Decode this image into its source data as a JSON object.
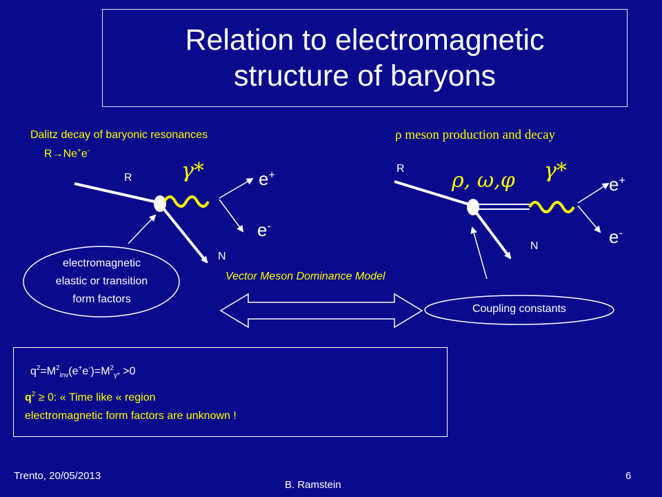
{
  "title": {
    "line1": "Relation to electromagnetic",
    "line2": "structure of baryons"
  },
  "left": {
    "heading": "Dalitz decay of baryonic resonances",
    "reaction_base": "R",
    "reaction_arrow": "→",
    "reaction_tail": "Ne",
    "label_R": "R",
    "label_N": "N",
    "gamma": "γ*",
    "e_plus": "e+",
    "e_minus": "e-",
    "ellipse_lines": [
      "electromagnetic",
      "elastic or transition",
      "form factors"
    ]
  },
  "right": {
    "heading": "ρ meson  production and decay",
    "label_R": "R",
    "label_N": "N",
    "mesons": "ρ, ω,φ",
    "gamma": "γ*",
    "e_plus": "e+",
    "e_minus": "e-",
    "coupling": "Coupling constants"
  },
  "vmd": "Vector Meson Dominance Model",
  "box": {
    "line1_q": "q",
    "line1_rest": "=M",
    "line1_inv": "inv",
    "line1_ee": "(e",
    "line1_m": ")=M",
    "line1_gt": " >0",
    "line2_q": "q",
    "line2_cond": "≥ 0",
    "line2_text": ": « Time like «  region",
    "line3": "electromagnetic form factors are unknown !"
  },
  "footer": {
    "left": "Trento, 20/05/2013",
    "center": "B. Ramstein",
    "page": "6"
  },
  "colors": {
    "background": "#0a0a8c",
    "text": "#ffffff",
    "accent": "#ffff00"
  }
}
